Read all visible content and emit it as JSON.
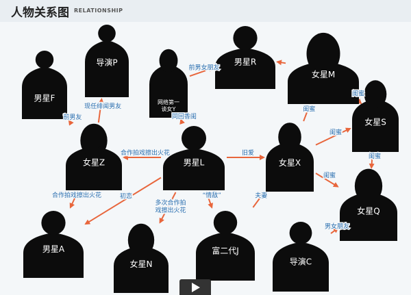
{
  "header": {
    "title": "人物关系图",
    "subtitle": "RELATIONSHIP"
  },
  "colors": {
    "arrow": "#e8663c",
    "silhouette": "#0c0c0c",
    "label": "#2a6fb0"
  },
  "people": [
    {
      "id": "F",
      "name": "男星F"
    },
    {
      "id": "P",
      "name": "导演P"
    },
    {
      "id": "Y",
      "name": "网络第一\n谈女Y"
    },
    {
      "id": "R",
      "name": "男星R"
    },
    {
      "id": "M",
      "name": "女星M"
    },
    {
      "id": "S",
      "name": "女星S"
    },
    {
      "id": "Z",
      "name": "女星Z"
    },
    {
      "id": "L",
      "name": "男星L"
    },
    {
      "id": "X",
      "name": "女星X"
    },
    {
      "id": "Q",
      "name": "女星Q"
    },
    {
      "id": "A",
      "name": "男星A"
    },
    {
      "id": "N",
      "name": "女星N"
    },
    {
      "id": "J",
      "name": "富二代J"
    },
    {
      "id": "C",
      "name": "导演C"
    }
  ],
  "relations": [
    {
      "from": "Z",
      "to": "F",
      "label": "前男友"
    },
    {
      "from": "Z",
      "to": "P",
      "label": "现任绯闻男友"
    },
    {
      "from": "Y",
      "to": "R",
      "label": "前男女朋友"
    },
    {
      "from": "L",
      "to": "Y",
      "label": "同回香闺"
    },
    {
      "from": "M",
      "to": "R",
      "label": ""
    },
    {
      "from": "S",
      "to": "M",
      "label": "闺蜜"
    },
    {
      "from": "X",
      "to": "M",
      "label": "闺蜜"
    },
    {
      "from": "X",
      "to": "S",
      "label": "闺蜜"
    },
    {
      "from": "L",
      "to": "Z",
      "label": "合作拍戏擦出火花"
    },
    {
      "from": "L",
      "to": "X",
      "label": "旧爱"
    },
    {
      "from": "S",
      "to": "Q",
      "label": "闺蜜"
    },
    {
      "from": "X",
      "to": "Q",
      "label": "闺蜜"
    },
    {
      "from": "Z",
      "to": "A",
      "label": "合作拍戏擦出火花"
    },
    {
      "from": "L",
      "to": "A",
      "label": "初恋"
    },
    {
      "from": "L",
      "to": "N",
      "label": "多次合作拍\n戏擦出火花"
    },
    {
      "from": "L",
      "to": "J",
      "label": "“情敌”"
    },
    {
      "from": "J",
      "to": "X",
      "label": "夫妻"
    },
    {
      "from": "C",
      "to": "Q",
      "label": "男女朋友"
    }
  ]
}
